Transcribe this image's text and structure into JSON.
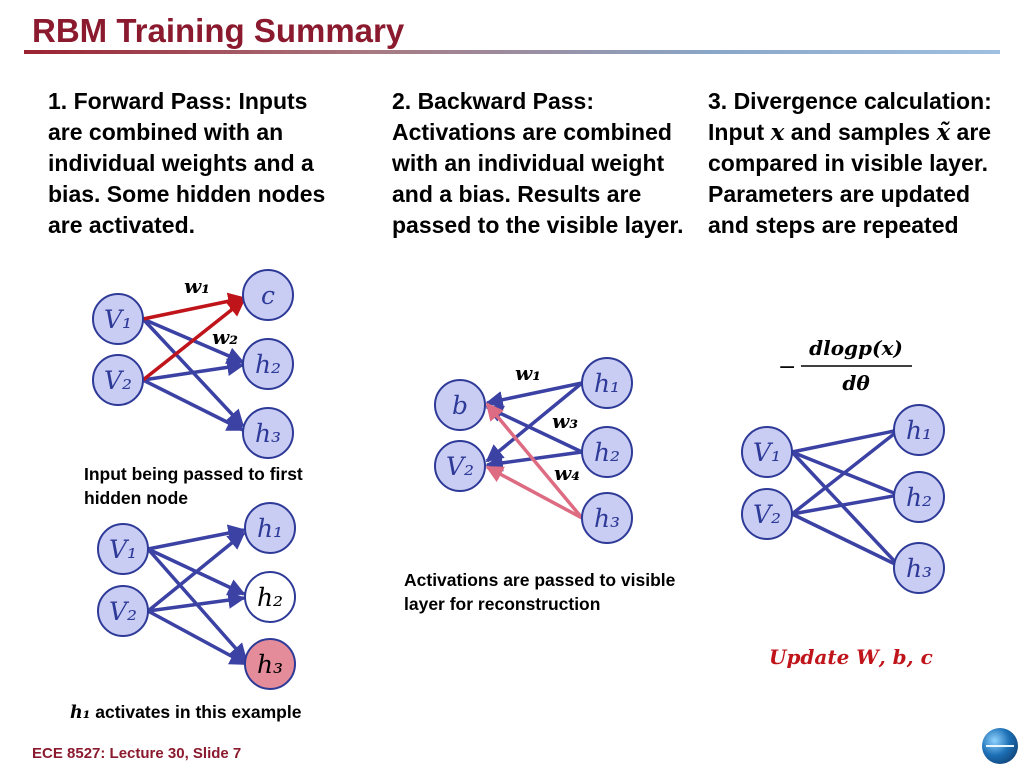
{
  "slide": {
    "title": "RBM Training Summary",
    "footer": "ECE 8527: Lecture 30, Slide 7"
  },
  "columns": {
    "forward": "1. Forward Pass: Inputs are combined with an individual weights and a bias. Some hidden nodes are activated.",
    "backward": "2. Backward Pass: Activations are combined with an individual weight and a bias. Results are passed to the visible layer.",
    "divergence": {
      "part1": "3. Divergence calculation: Input ",
      "x": "𝒙",
      "part2": " and samples ",
      "xt": "𝒙̃",
      "part3": " are compared in visible layer. Parameters are updated and steps are repeated"
    }
  },
  "captions": {
    "input_passed": "Input being passed to first hidden node",
    "activations_passed": "Activations are passed to visible layer for reconstruction",
    "activates_math": "𝒉₁",
    "activates_text": " activates in this example"
  },
  "formula": {
    "minus": "−",
    "numerator": "𝒅𝒍𝒐𝒈𝒑(𝒙)",
    "denominator": "𝒅𝜽"
  },
  "update": "𝑼𝒑𝒅𝒂𝒕𝒆 𝑾, 𝒃, 𝒄",
  "diagram1": {
    "nodes": [
      "V₁",
      "V₂",
      "c",
      "h₂",
      "h₃"
    ],
    "weights": [
      "w₁",
      "w₂"
    ]
  },
  "diagram2": {
    "nodes": [
      "V₁",
      "V₂",
      "h₁",
      "h₂",
      "h₃"
    ],
    "active": "h₃"
  },
  "diagram3": {
    "nodes": [
      "b",
      "V₂",
      "h₁",
      "h₂",
      "h₃"
    ],
    "weights": [
      "w₁",
      "w₃",
      "w₄"
    ]
  },
  "diagram4": {
    "nodes": [
      "V₁",
      "V₂",
      "h₁",
      "h₂",
      "h₃"
    ]
  },
  "colors": {
    "title": "#8b1a2e",
    "node_fill": "#c9cdf3",
    "node_stroke": "#2e3a97",
    "edge_blue": "#3b42a4",
    "edge_red": "#c0141b",
    "edge_pink": "#dd6b82",
    "active_node": "#e48c99",
    "update_text": "#c0141b"
  }
}
